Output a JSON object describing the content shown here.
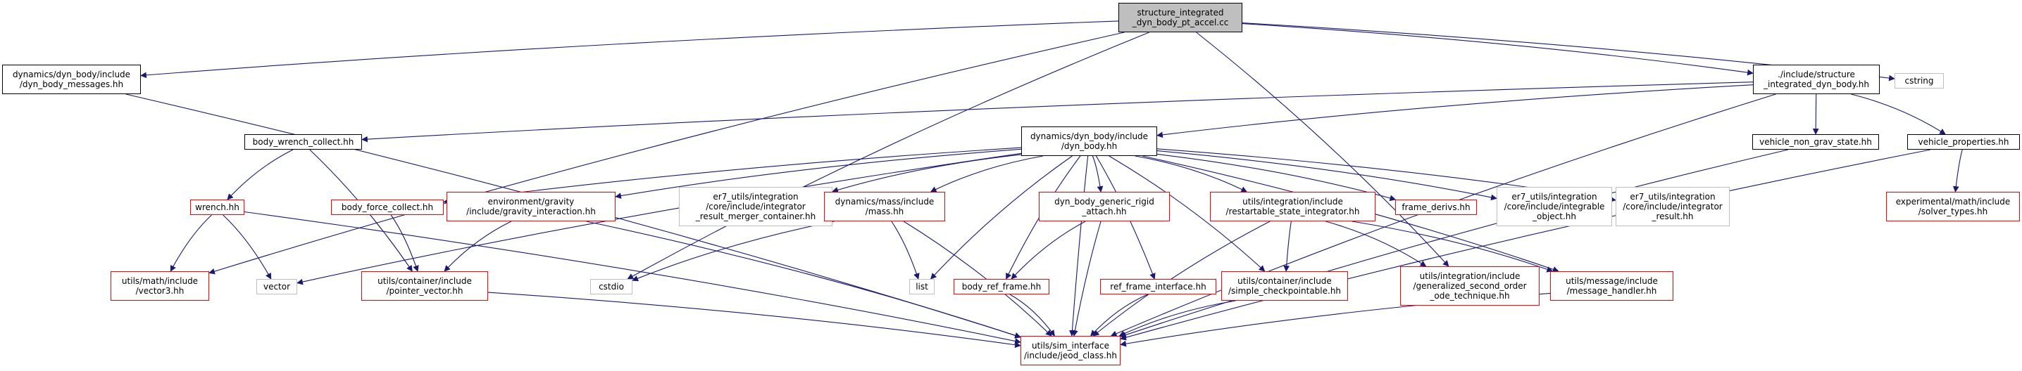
{
  "colors": {
    "black": "#000000",
    "red": "#ff0000",
    "gray": "#bfbfbf",
    "edge": "#191970",
    "root_fill": "#bfbfbf"
  },
  "nodes": [
    {
      "id": "root",
      "label": "structure_integrated\n_dyn_body_pt_accel.cc",
      "style": "root",
      "name": "node-structure-integrated-dyn-body-pt-accel-cc"
    },
    {
      "id": "dbmsg",
      "label": "dynamics/dyn_body/include\n/dyn_body_messages.hh",
      "style": "black",
      "name": "node-dyn-body-messages-hh"
    },
    {
      "id": "sidb",
      "label": "./include/structure\n_integrated_dyn_body.hh",
      "style": "black",
      "name": "node-structure-integrated-dyn-body-hh"
    },
    {
      "id": "cstring",
      "label": "cstring",
      "style": "gray",
      "name": "node-cstring"
    },
    {
      "id": "bwc",
      "label": "body_wrench_collect.hh",
      "style": "black",
      "name": "node-body-wrench-collect-hh"
    },
    {
      "id": "dynbody",
      "label": "dynamics/dyn_body/include\n/dyn_body.hh",
      "style": "black",
      "name": "node-dyn-body-hh"
    },
    {
      "id": "vngs",
      "label": "vehicle_non_grav_state.hh",
      "style": "black",
      "name": "node-vehicle-non-grav-state-hh"
    },
    {
      "id": "vprop",
      "label": "vehicle_properties.hh",
      "style": "black",
      "name": "node-vehicle-properties-hh"
    },
    {
      "id": "wrench",
      "label": "wrench.hh",
      "style": "red",
      "name": "node-wrench-hh"
    },
    {
      "id": "bfc",
      "label": "body_force_collect.hh",
      "style": "red",
      "name": "node-body-force-collect-hh"
    },
    {
      "id": "grav",
      "label": "environment/gravity\n/include/gravity_interaction.hh",
      "style": "red",
      "name": "node-gravity-interaction-hh"
    },
    {
      "id": "er7merge",
      "label": "er7_utils/integration\n/core/include/integrator\n_result_merger_container.hh",
      "style": "gray",
      "name": "node-integrator-result-merger-container-hh"
    },
    {
      "id": "mass",
      "label": "dynamics/mass/include\n/mass.hh",
      "style": "red",
      "name": "node-mass-hh"
    },
    {
      "id": "dbgra",
      "label": "dyn_body_generic_rigid\n_attach.hh",
      "style": "red",
      "name": "node-dyn-body-generic-rigid-attach-hh"
    },
    {
      "id": "rsi",
      "label": "utils/integration/include\n/restartable_state_integrator.hh",
      "style": "red",
      "name": "node-restartable-state-integrator-hh"
    },
    {
      "id": "fd",
      "label": "frame_derivs.hh",
      "style": "red",
      "name": "node-frame-derivs-hh"
    },
    {
      "id": "er7io",
      "label": "er7_utils/integration\n/core/include/integrable\n_object.hh",
      "style": "gray",
      "name": "node-integrable-object-hh"
    },
    {
      "id": "er7ir",
      "label": "er7_utils/integration\n/core/include/integrator\n_result.hh",
      "style": "gray",
      "name": "node-integrator-result-hh"
    },
    {
      "id": "solver",
      "label": "experimental/math/include\n/solver_types.hh",
      "style": "red",
      "name": "node-solver-types-hh"
    },
    {
      "id": "vector3",
      "label": "utils/math/include\n/vector3.hh",
      "style": "red",
      "name": "node-vector3-hh"
    },
    {
      "id": "vector",
      "label": "vector",
      "style": "gray",
      "name": "node-vector"
    },
    {
      "id": "pvec",
      "label": "utils/container/include\n/pointer_vector.hh",
      "style": "red",
      "name": "node-pointer-vector-hh"
    },
    {
      "id": "cstdio",
      "label": "cstdio",
      "style": "gray",
      "name": "node-cstdio"
    },
    {
      "id": "list",
      "label": "list",
      "style": "gray",
      "name": "node-list"
    },
    {
      "id": "brf",
      "label": "body_ref_frame.hh",
      "style": "red",
      "name": "node-body-ref-frame-hh"
    },
    {
      "id": "rfi",
      "label": "ref_frame_interface.hh",
      "style": "red",
      "name": "node-ref-frame-interface-hh"
    },
    {
      "id": "sc",
      "label": "utils/container/include\n/simple_checkpointable.hh",
      "style": "red",
      "name": "node-simple-checkpointable-hh"
    },
    {
      "id": "gsoo",
      "label": "utils/integration/include\n/generalized_second_order\n_ode_technique.hh",
      "style": "red",
      "name": "node-generalized-second-order-ode-technique-hh"
    },
    {
      "id": "mh",
      "label": "utils/message/include\n/message_handler.hh",
      "style": "red",
      "name": "node-message-handler-hh"
    },
    {
      "id": "jeod",
      "label": "utils/sim_interface\n/include/jeod_class.hh",
      "style": "red",
      "name": "node-jeod-class-hh"
    }
  ],
  "edges": [
    [
      "root",
      "dbmsg"
    ],
    [
      "root",
      "sidb"
    ],
    [
      "root",
      "cstring"
    ],
    [
      "root",
      "vector3"
    ],
    [
      "root",
      "cstdio"
    ],
    [
      "root",
      "gsoo"
    ],
    [
      "dbmsg",
      "jeod"
    ],
    [
      "sidb",
      "bwc"
    ],
    [
      "sidb",
      "dynbody"
    ],
    [
      "sidb",
      "vngs"
    ],
    [
      "sidb",
      "vprop"
    ],
    [
      "sidb",
      "jeod"
    ],
    [
      "bwc",
      "wrench"
    ],
    [
      "bwc",
      "pvec"
    ],
    [
      "wrench",
      "vector3"
    ],
    [
      "wrench",
      "vector"
    ],
    [
      "wrench",
      "jeod"
    ],
    [
      "dynbody",
      "vector"
    ],
    [
      "dynbody",
      "bfc"
    ],
    [
      "dynbody",
      "grav"
    ],
    [
      "dynbody",
      "er7merge"
    ],
    [
      "dynbody",
      "mass"
    ],
    [
      "dynbody",
      "list"
    ],
    [
      "dynbody",
      "brf"
    ],
    [
      "dynbody",
      "dbgra"
    ],
    [
      "dynbody",
      "rfi"
    ],
    [
      "dynbody",
      "sc"
    ],
    [
      "dynbody",
      "rsi"
    ],
    [
      "dynbody",
      "fd"
    ],
    [
      "dynbody",
      "er7io"
    ],
    [
      "dynbody",
      "er7ir"
    ],
    [
      "dynbody",
      "mh"
    ],
    [
      "dynbody",
      "jeod"
    ],
    [
      "bfc",
      "pvec"
    ],
    [
      "grav",
      "pvec"
    ],
    [
      "grav",
      "jeod"
    ],
    [
      "mass",
      "cstdio"
    ],
    [
      "mass",
      "list"
    ],
    [
      "mass",
      "jeod"
    ],
    [
      "dbgra",
      "brf"
    ],
    [
      "dbgra",
      "jeod"
    ],
    [
      "rsi",
      "sc"
    ],
    [
      "rsi",
      "gsoo"
    ],
    [
      "rsi",
      "mh"
    ],
    [
      "rsi",
      "jeod"
    ],
    [
      "brf",
      "jeod"
    ],
    [
      "rfi",
      "jeod"
    ],
    [
      "sc",
      "jeod"
    ],
    [
      "mh",
      "jeod"
    ],
    [
      "pvec",
      "jeod"
    ],
    [
      "vngs",
      "jeod"
    ],
    [
      "vprop",
      "solver"
    ],
    [
      "vprop",
      "jeod"
    ]
  ]
}
